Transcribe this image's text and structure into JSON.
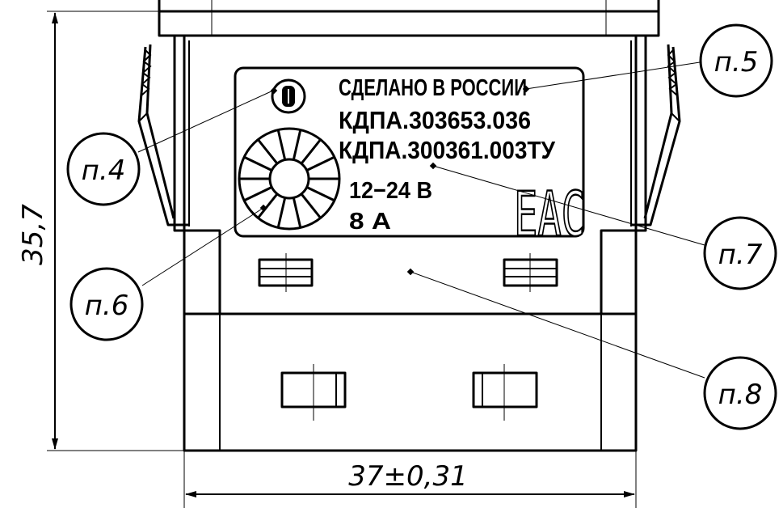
{
  "nameplate": {
    "line1": "СДЕЛАНО В РОССИИ",
    "line2": "КДПА.303653.036",
    "line3": "КДПА.300361.003ТУ",
    "voltage": "12−24 В",
    "current": "8 А",
    "mark": "ЕАС"
  },
  "dimensions": {
    "height": "35,7",
    "width": "37±0,31"
  },
  "callouts": [
    {
      "id": "p4",
      "label": "п.4"
    },
    {
      "id": "p5",
      "label": "п.5"
    },
    {
      "id": "p6",
      "label": "п.6"
    },
    {
      "id": "p7",
      "label": "п.7"
    },
    {
      "id": "p8",
      "label": "п.8"
    }
  ]
}
